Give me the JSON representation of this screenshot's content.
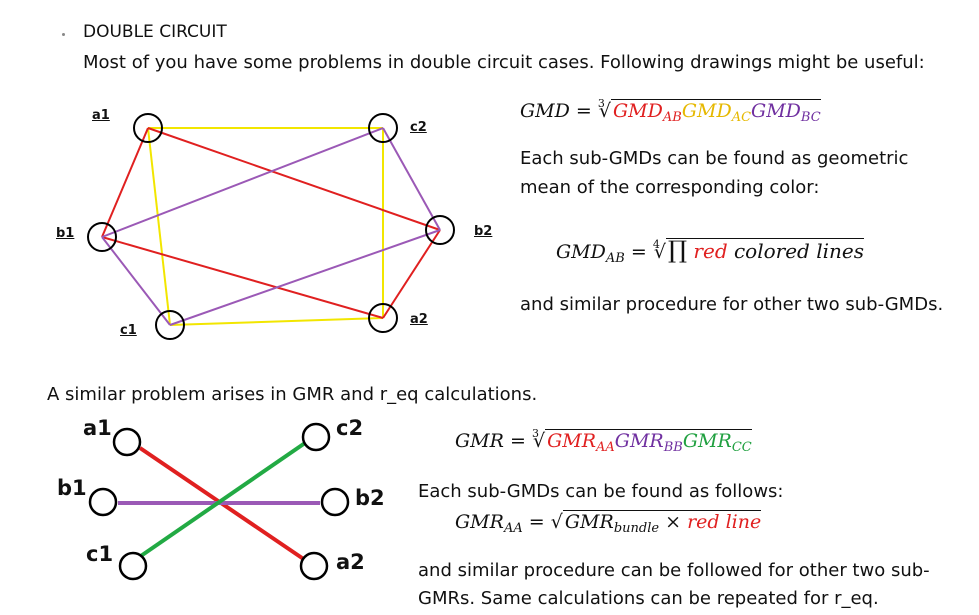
{
  "heading": "DOUBLE CIRCUIT",
  "intro": "Most of you have some problems in double circuit cases. Following drawings might be useful:",
  "gmd": {
    "lhs": "GMD =",
    "root_index": "3",
    "t1": "GMD",
    "t1_sub": "AB",
    "t2": "GMD",
    "t2_sub": "AC",
    "t3": "GMD",
    "t3_sub": "BC"
  },
  "sub_gmd_text_1": "Each sub-GMDs can be found as geometric",
  "sub_gmd_text_2": "mean of the corresponding color:",
  "gmd_ab": {
    "lhs": "GMD",
    "lhs_sub": "AB",
    "eq": "=",
    "root_index": "4",
    "product": "∏",
    "rhs_red": "red",
    "rhs_rest": "colored lines"
  },
  "similar_gmd": "and similar procedure for other two sub-GMDs.",
  "gmr_intro": "A similar problem arises in GMR and r_eq calculations.",
  "gmr": {
    "lhs": "GMR =",
    "root_index": "3",
    "t1": "GMR",
    "t1_sub": "AA",
    "t2": "GMR",
    "t2_sub": "BB",
    "t3": "GMR",
    "t3_sub": "CC"
  },
  "sub_gmr_text": "Each sub-GMDs can be found as follows:",
  "gmr_aa": {
    "lhs": "GMR",
    "lhs_sub": "AA",
    "eq": "=",
    "rad": "GMR",
    "rad_sub": "bundle",
    "times": "×",
    "rhs_red": "red line"
  },
  "similar_gmr_1": "and similar procedure can be followed for other two sub-",
  "similar_gmr_2": "GMRs. Same calculations can be repeated for r_eq.",
  "diagram1_labels": {
    "a1": "a1",
    "b1": "b1",
    "c1": "c1",
    "a2": "a2",
    "b2": "b2",
    "c2": "c2"
  },
  "diagram2_labels": {
    "a1": "a1",
    "b1": "b1",
    "c1": "c1",
    "a2": "a2",
    "b2": "b2",
    "c2": "c2"
  },
  "colors": {
    "red": "#e02020",
    "yellow": "#f2e600",
    "purple": "#9b59b6",
    "green": "#22aa44"
  }
}
